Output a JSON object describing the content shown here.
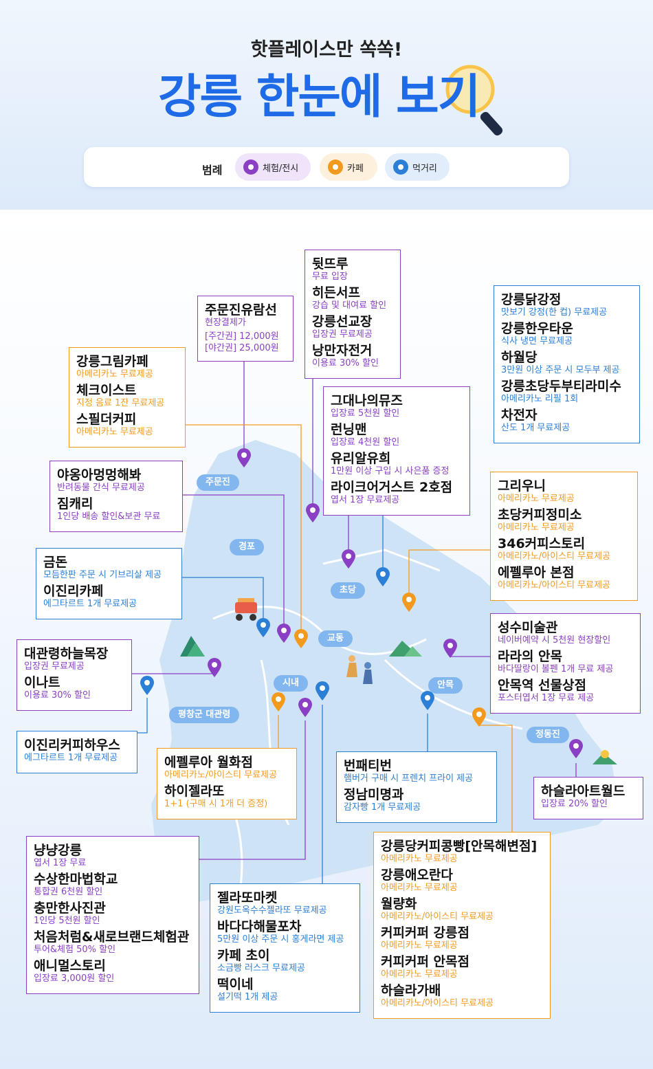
{
  "header": {
    "subtitle": "핫플레이스만 쏙쏙!",
    "title": "강릉 한눈에 보",
    "title_last": "기"
  },
  "legend": {
    "title": "범례",
    "items": [
      {
        "label": "체험/전시",
        "color": "#8a3fc4"
      },
      {
        "label": "카페",
        "color": "#f39a1e"
      },
      {
        "label": "먹거리",
        "color": "#2b7fd6"
      }
    ]
  },
  "regions": [
    "주문진",
    "경포",
    "초당",
    "교동",
    "시내",
    "안목",
    "정동진",
    "평창군 대관령"
  ],
  "boxes": [
    {
      "cat": "p",
      "items": [
        {
          "name": "뒷뜨루",
          "desc": "무료 입장"
        },
        {
          "name": "히든서프",
          "desc": "강습 및 대여료 할인"
        },
        {
          "name": "강릉선교장",
          "desc": "입장권 무료제공"
        },
        {
          "name": "낭만자전거",
          "desc": "이용료 30% 할인"
        }
      ]
    },
    {
      "cat": "p",
      "items": [
        {
          "name": "주문진유람선",
          "desc": "현장결제가"
        }
      ],
      "extra": [
        "[주간권] 12,000원",
        "[야간권] 25,000원"
      ]
    },
    {
      "cat": "o",
      "items": [
        {
          "name": "강릉그림카페",
          "desc": "아메리카노 무료제공"
        },
        {
          "name": "체크이스트",
          "desc": "지정 음료 1잔 무료제공"
        },
        {
          "name": "스필더커피",
          "desc": "아메리카노 무료제공"
        }
      ]
    },
    {
      "cat": "b",
      "items": [
        {
          "name": "강릉닭강정",
          "desc": "맛보기 강정(한 컵) 무료제공"
        },
        {
          "name": "강릉한우타운",
          "desc": "식사 냉면 무료제공"
        },
        {
          "name": "하월당",
          "desc": "3만원 이상 주문 시 모두부 제공"
        },
        {
          "name": "강릉초당두부티라미수",
          "desc": "아메리카노 리필 1회"
        },
        {
          "name": "차전자",
          "desc": "산도 1개 무료제공"
        }
      ]
    },
    {
      "cat": "p",
      "items": [
        {
          "name": "그대나의뮤즈",
          "desc": "입장료 5천원 할인"
        },
        {
          "name": "런닝맨",
          "desc": "입장료 4천원 할인"
        },
        {
          "name": "유리알유희",
          "desc": "1만원 이상 구입 시 사은품 증정"
        },
        {
          "name": "라이크어거스트 2호점",
          "desc": "엽서 1장 무료제공"
        }
      ]
    },
    {
      "cat": "p",
      "items": [
        {
          "name": "야옹아멍멍해봐",
          "desc": "반려동물 간식 무료제공"
        },
        {
          "name": "짐캐리",
          "desc": "1인당 배송 할인&보관 무료"
        }
      ]
    },
    {
      "cat": "o",
      "items": [
        {
          "name": "그리우니",
          "desc": "아메리카노 무료제공"
        },
        {
          "name": "초당커피정미소",
          "desc": "아메리카노 무료제공"
        },
        {
          "name": "346커피스토리",
          "desc": "아메리카노/아이스티 무료제공"
        },
        {
          "name": "에펠루아 본점",
          "desc": "아메리카노/아이스티 무료제공"
        }
      ]
    },
    {
      "cat": "b",
      "items": [
        {
          "name": "금돈",
          "desc": "모듬한판 주문 시 기브리살 제공"
        },
        {
          "name": "이진리카페",
          "desc": "에그타르트 1개 무료제공"
        }
      ]
    },
    {
      "cat": "p",
      "items": [
        {
          "name": "성수미술관",
          "desc": "네이버예약 시 5천원 현장할인"
        },
        {
          "name": "라라의 안목",
          "desc": "바다딸랑이 볼펜 1개 무료 제공"
        },
        {
          "name": "안목역 선물상점",
          "desc": "포스터엽서 1장 무료 제공"
        }
      ]
    },
    {
      "cat": "p",
      "items": [
        {
          "name": "대관령하늘목장",
          "desc": "입장권 무료제공"
        },
        {
          "name": "이나트",
          "desc": "이용료 30% 할인"
        }
      ]
    },
    {
      "cat": "b",
      "items": [
        {
          "name": "이진리커피하우스",
          "desc": "에그타르트 1개 무료제공"
        }
      ]
    },
    {
      "cat": "o",
      "items": [
        {
          "name": "에펠루아 월화점",
          "desc": "아메리카노/아이스티 무료제공"
        },
        {
          "name": "하이젤라또",
          "desc": "1+1 (구매 시 1개 더 증정)"
        }
      ]
    },
    {
      "cat": "b",
      "items": [
        {
          "name": "번패티번",
          "desc": "햄버거 구매 시 프렌치 프라이 제공"
        },
        {
          "name": "정남미명과",
          "desc": "감자빵 1개 무료제공"
        }
      ]
    },
    {
      "cat": "p",
      "items": [
        {
          "name": "하슬라아트월드",
          "desc": "입장료 20% 할인"
        }
      ]
    },
    {
      "cat": "p",
      "items": [
        {
          "name": "냥냥강릉",
          "desc": "엽서 1장 무료"
        },
        {
          "name": "수상한마법학교",
          "desc": "통합권 6천원 할인"
        },
        {
          "name": "충만한사진관",
          "desc": "1인당 5천원 할인"
        },
        {
          "name": "처음처럼&새로브랜드체험관",
          "desc": "투어&체험 50% 할인"
        },
        {
          "name": "애니멀스토리",
          "desc": "입장료 3,000원 할인"
        }
      ]
    },
    {
      "cat": "b",
      "items": [
        {
          "name": "젤라또마켓",
          "desc": "강원도옥수수젤라또 무료제공"
        },
        {
          "name": "바다다해물포차",
          "desc": "5만원 이상 주문 시 홍게라면 제공"
        },
        {
          "name": "카페 초이",
          "desc": "소금빵 러스크 무료제공"
        },
        {
          "name": "떡이네",
          "desc": "설기떡 1개 제공"
        }
      ]
    },
    {
      "cat": "o",
      "items": [
        {
          "name": "강릉당커피콩빵[안목해변점]",
          "desc": "아메리카노 무료제공"
        },
        {
          "name": "강릉애오란다",
          "desc": "아메리카노 무료제공"
        },
        {
          "name": "월량화",
          "desc": "아메리카노/아이스티 무료제공"
        },
        {
          "name": "커피커퍼 강릉점",
          "desc": "아메리카노 무료제공"
        },
        {
          "name": "커피커퍼 안목점",
          "desc": "아메리카노 무료제공"
        },
        {
          "name": "하슬라가배",
          "desc": "아메리카노/아이스티 무료제공"
        }
      ]
    }
  ]
}
